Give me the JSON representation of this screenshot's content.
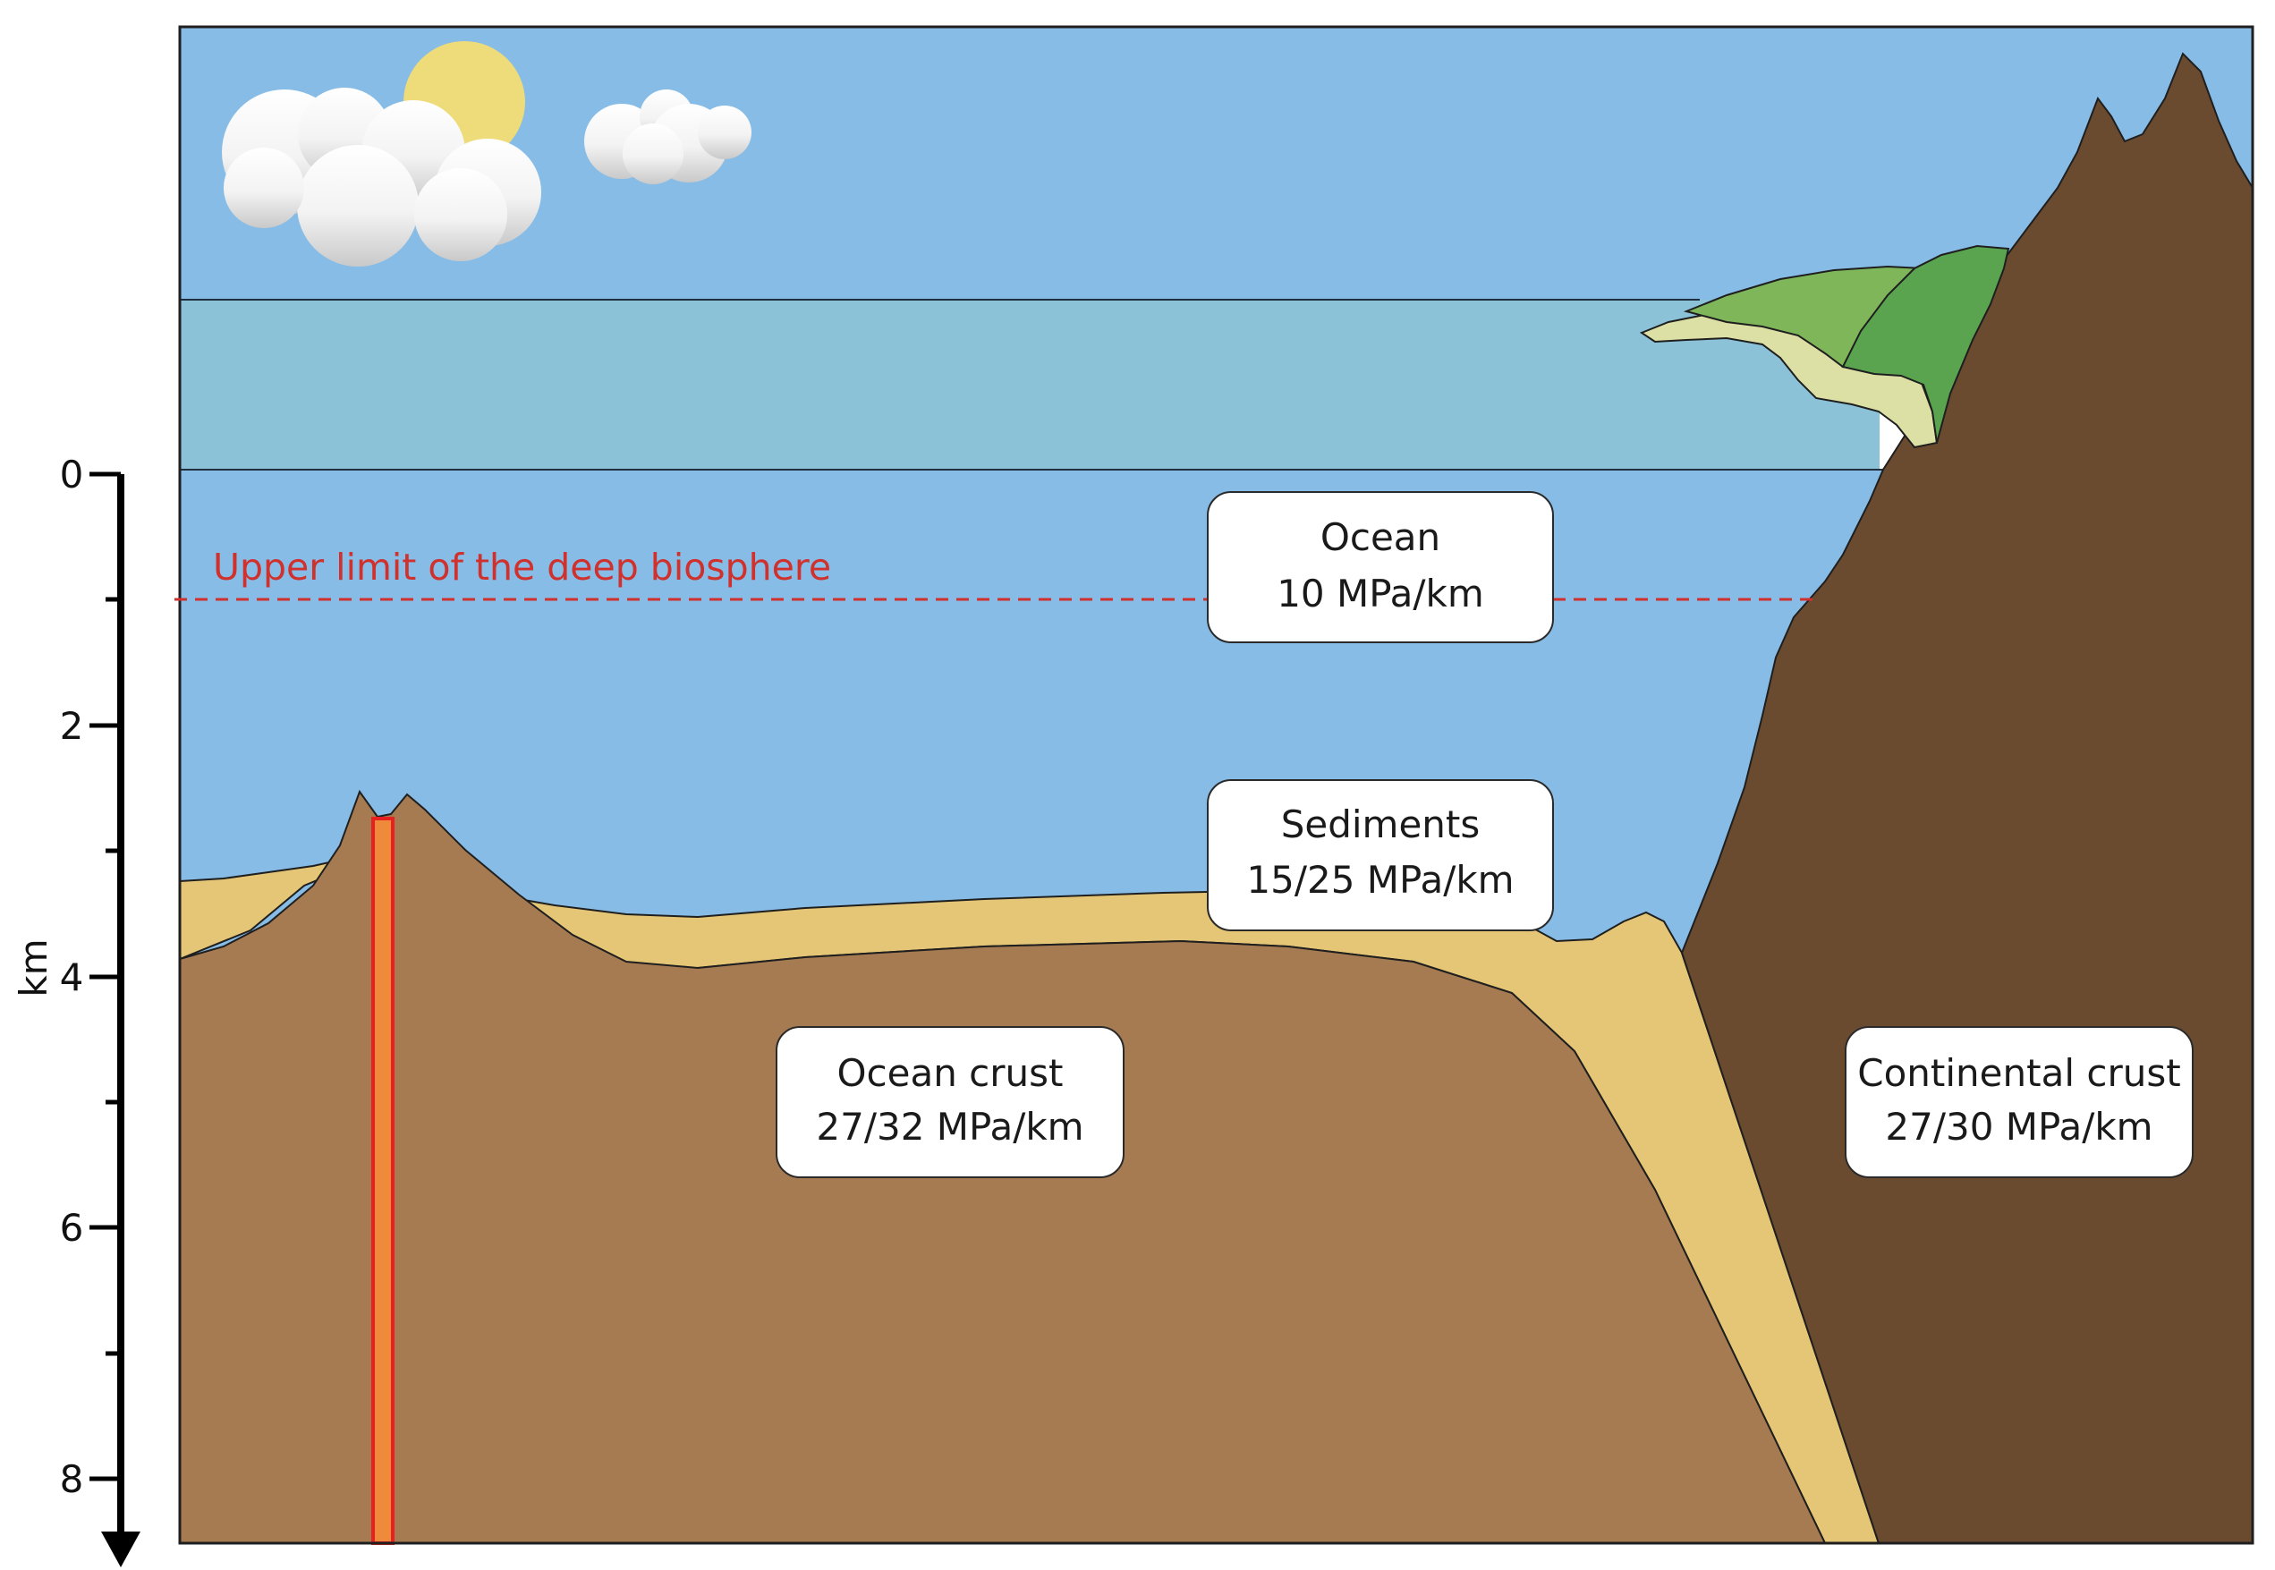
{
  "axis": {
    "title": "km",
    "ticks": [
      "0",
      "2",
      "4",
      "6",
      "8"
    ]
  },
  "biosphere_label": "Upper limit of the deep biosphere",
  "boxes": {
    "ocean": {
      "line1": "Ocean",
      "line2": "10 MPa/km"
    },
    "sediments": {
      "line1": "Sediments",
      "line2": "15/25 MPa/km"
    },
    "ocean_crust": {
      "line1": "Ocean crust",
      "line2": "27/32 MPa/km"
    },
    "continental_crust": {
      "line1": "Continental crust",
      "line2": "27/30 MPa/km"
    }
  },
  "colors": {
    "sky": "#87bce6",
    "sea_band": "#8cc2d8",
    "ocean": "#87bce6",
    "sediment": "#e5c676",
    "ocean_crust": "#a67b52",
    "continental_crust": "#6b4b30",
    "vegetation_light": "#7fb65a",
    "vegetation_dark": "#5aa450",
    "beach": "#dde0a5",
    "biosphere_line": "#d0312d",
    "vent": "#ef8a3a",
    "vent_border": "#e82020",
    "sun": "#eedb7a"
  }
}
